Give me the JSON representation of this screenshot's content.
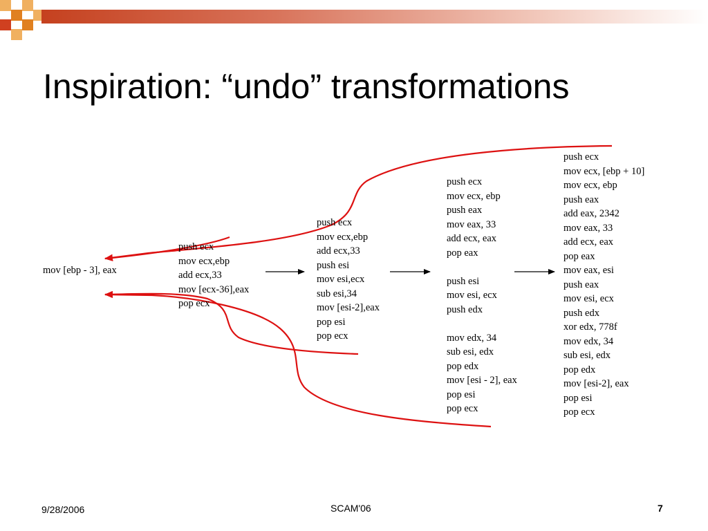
{
  "slide": {
    "title": "Inspiration:  “undo” transformations",
    "colors": {
      "accent": "#c5411f",
      "deco_light": "#f0b060",
      "deco_dark": "#e08020",
      "deco_red": "#d04020",
      "arrow_red": "#dd1111"
    }
  },
  "original_instruction": "mov [ebp - 3], eax",
  "blocks": [
    [
      "push ecx",
      "mov ecx,ebp",
      "add ecx,33",
      "mov [ecx-36],eax",
      "pop ecx"
    ],
    [
      "push ecx",
      "mov ecx,ebp",
      "add ecx,33",
      "push esi",
      "mov esi,ecx",
      "sub esi,34",
      "mov [esi-2],eax",
      "pop esi",
      "pop ecx"
    ],
    [
      "push ecx",
      "mov ecx, ebp",
      "push eax",
      "mov eax, 33",
      "add ecx, eax",
      "pop eax",
      "",
      "push esi",
      "mov esi, ecx",
      "push edx",
      "",
      "mov edx, 34",
      "sub esi, edx",
      "pop edx",
      "mov [esi - 2], eax",
      "pop esi",
      "pop ecx"
    ],
    [
      "push ecx",
      "mov ecx, [ebp + 10]",
      "mov ecx, ebp",
      "push eax",
      "add eax, 2342",
      "mov eax, 33",
      "add ecx, eax",
      "pop eax",
      "mov eax, esi",
      "push eax",
      "mov esi, ecx",
      "push edx",
      "xor edx, 778f",
      "mov edx, 34",
      "sub esi, edx",
      "pop edx",
      "mov [esi-2], eax",
      "pop esi",
      "pop ecx"
    ]
  ],
  "footer": {
    "date": "9/28/2006",
    "center": "SCAM'06",
    "page": "7"
  }
}
